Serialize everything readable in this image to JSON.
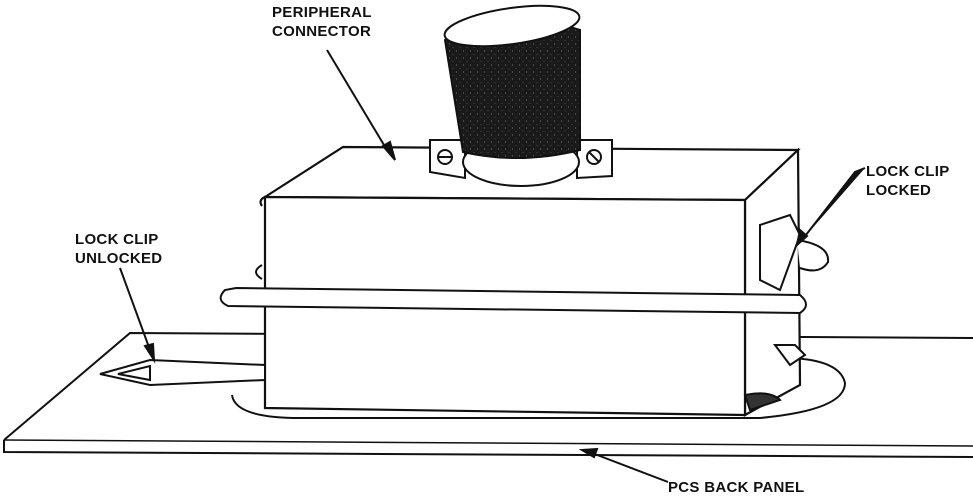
{
  "labels": {
    "peripheral_connector": {
      "line1": "PERIPHERAL",
      "line2": "CONNECTOR"
    },
    "lock_clip_locked": {
      "line1": "LOCK CLIP",
      "line2": "LOCKED"
    },
    "lock_clip_unlocked": {
      "line1": "LOCK CLIP",
      "line2": "UNLOCKED"
    },
    "pcs_back_panel": "PCS BACK PANEL"
  }
}
